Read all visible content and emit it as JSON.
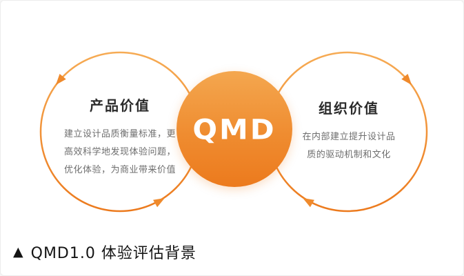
{
  "diagram": {
    "center": {
      "logo": "QMD"
    },
    "left": {
      "title": "产品价值",
      "desc_lines": {
        "0": "建立设计品质衡量标准，更",
        "1": "高效科学地发现体验问题，",
        "2": "优化体验，为商业带来价值"
      }
    },
    "right": {
      "title": "组织价值",
      "desc_lines": {
        "0": "在内部建立提升设计品",
        "1": "质的驱动机制和文化"
      }
    },
    "colors": {
      "orange_light": "#F4A74F",
      "orange_dark": "#EC7A1D",
      "loop_stroke": "#EF8A2C"
    }
  },
  "caption": {
    "marker": "▲",
    "label": "QMD1.0 体验评估背景"
  }
}
